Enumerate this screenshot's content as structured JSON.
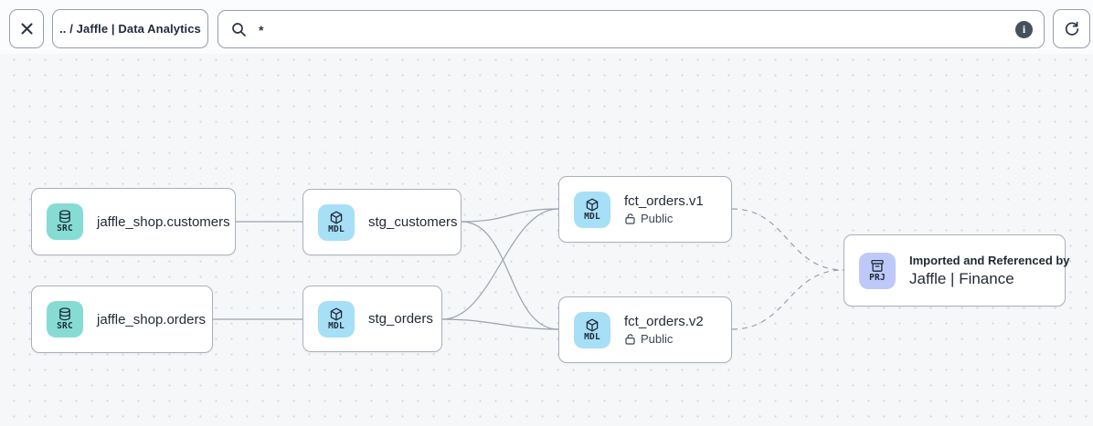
{
  "toolbar": {
    "breadcrumb": ".. / Jaffle | Data Analytics",
    "search_value": "*",
    "icons": {
      "close": "x-icon",
      "search": "magnifier-icon",
      "info": "info-circle-icon",
      "refresh": "refresh-arrow-icon"
    }
  },
  "colors": {
    "source_badge": "#86dcd3",
    "model_badge": "#a7dff7",
    "project_badge": "#bfc9f9",
    "edge": "#9aa2ad",
    "canvas_bg": "#f6f7f9"
  },
  "graph": {
    "nodes": [
      {
        "type": "source",
        "badge": "SRC",
        "label": "jaffle_shop.customers"
      },
      {
        "type": "source",
        "badge": "SRC",
        "label": "jaffle_shop.orders"
      },
      {
        "type": "model",
        "badge": "MDL",
        "label": "stg_customers"
      },
      {
        "type": "model",
        "badge": "MDL",
        "label": "stg_orders"
      },
      {
        "type": "model",
        "badge": "MDL",
        "label": "fct_orders.v1",
        "access": "Public"
      },
      {
        "type": "model",
        "badge": "MDL",
        "label": "fct_orders.v2",
        "access": "Public"
      },
      {
        "type": "project",
        "badge": "PRJ",
        "label": "Jaffle | Finance",
        "sublabel": "Imported and Referenced by"
      }
    ],
    "edges": [
      {
        "from": "jaffle_shop.customers",
        "to": "stg_customers",
        "style": "solid"
      },
      {
        "from": "jaffle_shop.orders",
        "to": "stg_orders",
        "style": "solid"
      },
      {
        "from": "stg_customers",
        "to": "fct_orders.v1",
        "style": "solid"
      },
      {
        "from": "stg_customers",
        "to": "fct_orders.v2",
        "style": "solid"
      },
      {
        "from": "stg_orders",
        "to": "fct_orders.v1",
        "style": "solid"
      },
      {
        "from": "stg_orders",
        "to": "fct_orders.v2",
        "style": "solid"
      },
      {
        "from": "fct_orders.v1",
        "to": "Jaffle | Finance",
        "style": "dashed"
      },
      {
        "from": "fct_orders.v2",
        "to": "Jaffle | Finance",
        "style": "dashed"
      }
    ]
  }
}
